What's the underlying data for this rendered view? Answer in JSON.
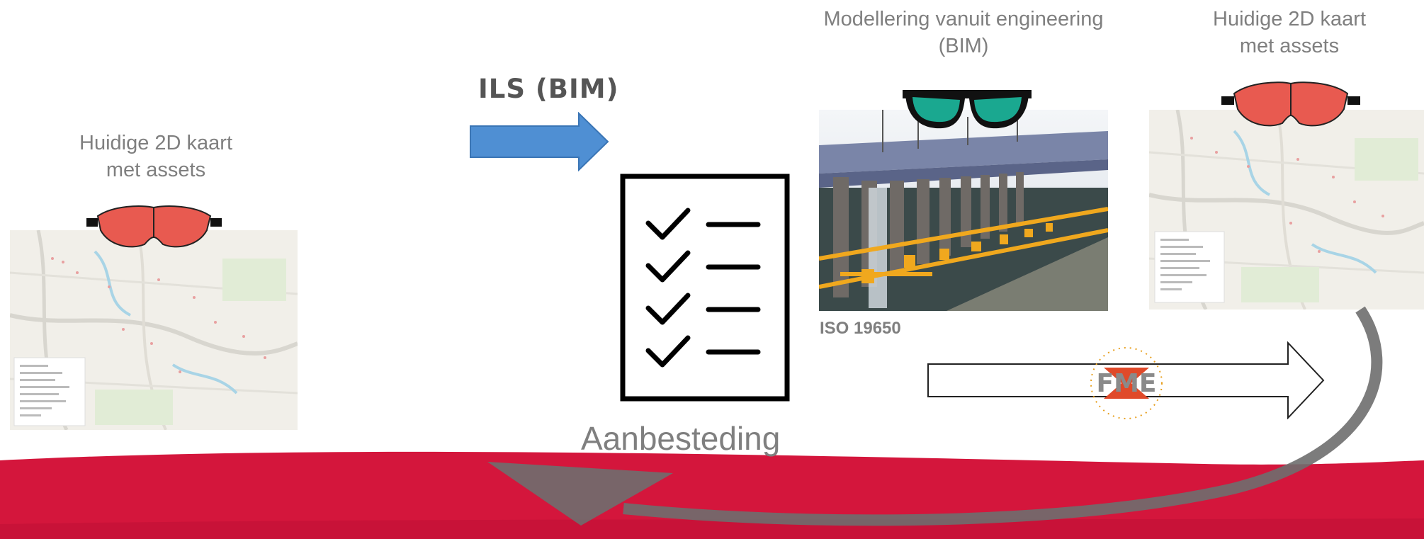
{
  "left_panel": {
    "caption_line1": "Huidige 2D kaart",
    "caption_line2": "met assets"
  },
  "ils": {
    "label": "ILS (BIM)"
  },
  "tender": {
    "label": "Aanbesteding"
  },
  "bim_panel": {
    "caption_line1": "Modellering vanuit engineering",
    "caption_line2": "(BIM)",
    "iso_label": "ISO 19650"
  },
  "right_panel": {
    "caption_line1": "Huidige 2D kaart",
    "caption_line2": "met assets"
  },
  "fme": {
    "logo_text": "FME"
  },
  "colors": {
    "red_band": "#d4163c",
    "red_glasses": "#e85a50",
    "teal_glasses": "#1aa890",
    "blue_arrow": "#4f8fd3",
    "gray_text": "#7f7f7f"
  }
}
